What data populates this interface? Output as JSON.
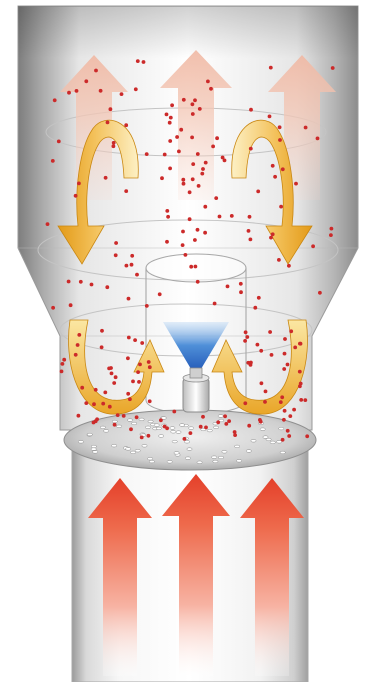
{
  "diagram": {
    "kind": "fluidized-bed-spray-coating-schematic",
    "colors": {
      "background": "#ffffff",
      "chamber_dark": "#8c8c8c",
      "chamber_light": "#f4f4f4",
      "outline": "#b0b0b0",
      "outlet_air": "#f3c6b4",
      "inlet_air": "#e8452c",
      "circulation_dark": "#e8a21e",
      "circulation_light": "#fbe7a3",
      "particles": "#cc2a2a",
      "spray": "#2f6fc8",
      "distributor_plate": "#c9c9c9"
    },
    "elements": [
      {
        "name": "outlet-air-arrow",
        "count": 3,
        "icon": "up-arrow-icon"
      },
      {
        "name": "circulation-arrow",
        "count": 4,
        "icon": "curved-arrow-icon"
      },
      {
        "name": "spray-nozzle",
        "count": 1,
        "icon": "nozzle-icon"
      },
      {
        "name": "spray-cone",
        "count": 1,
        "icon": "cone-icon"
      },
      {
        "name": "distributor-plate",
        "count": 1,
        "icon": "perforated-plate-icon"
      },
      {
        "name": "inlet-air-arrow",
        "count": 3,
        "icon": "up-arrow-icon"
      },
      {
        "name": "particle",
        "count": 250,
        "icon": "dot-icon"
      }
    ]
  }
}
